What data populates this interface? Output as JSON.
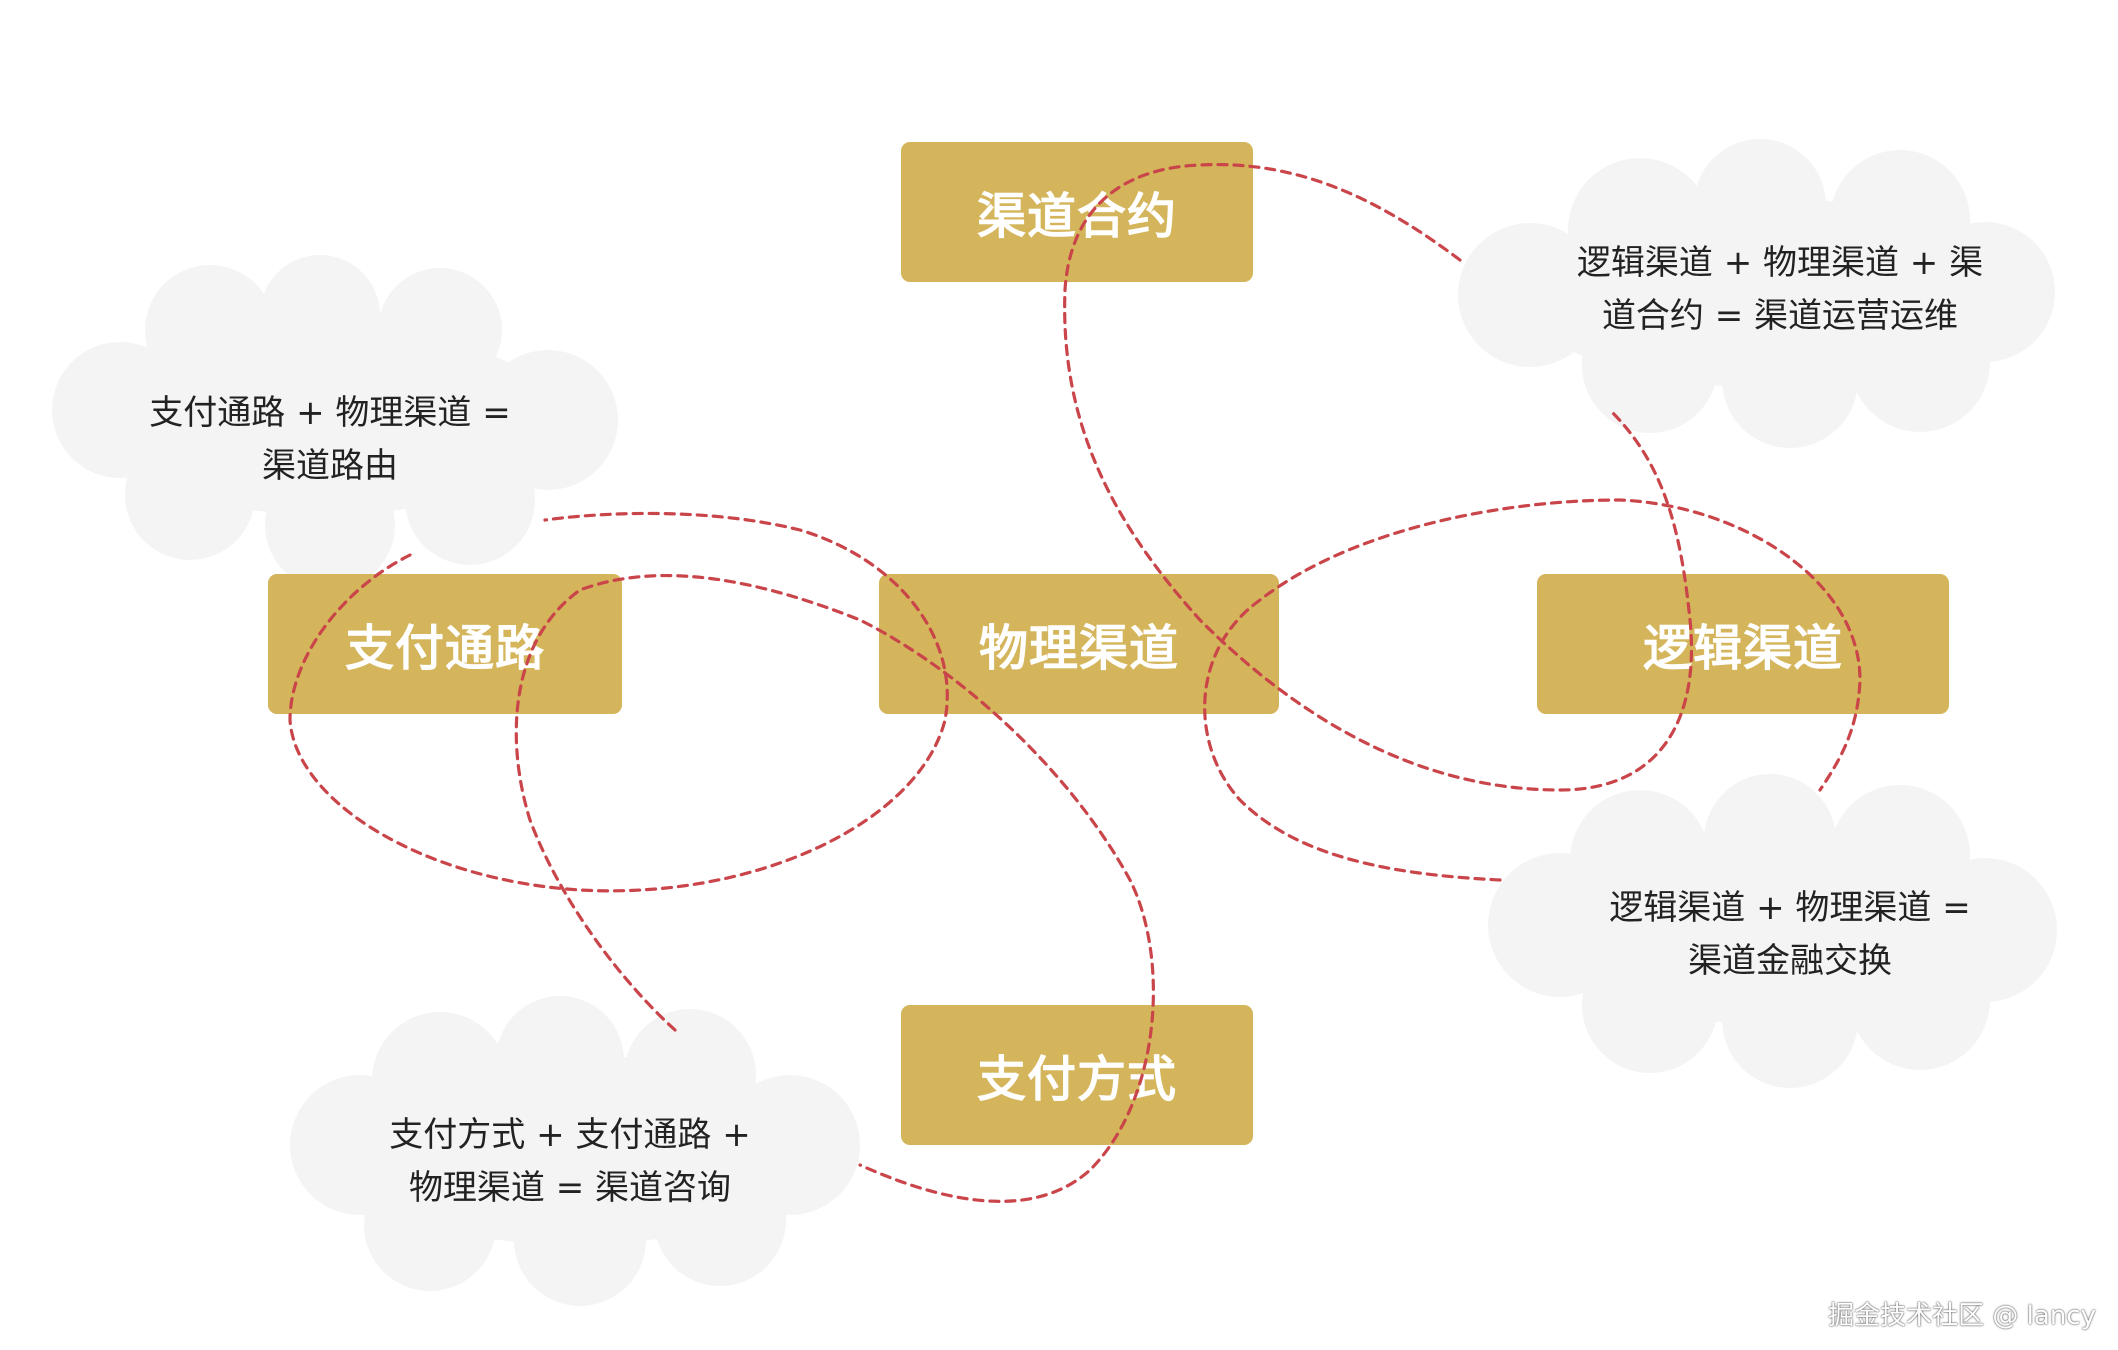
{
  "nodes": {
    "contract": "渠道合约",
    "payment_route": "支付通路",
    "physical_channel": "物理渠道",
    "logical_channel": "逻辑渠道",
    "payment_method": "支付方式"
  },
  "clouds": {
    "top_right": {
      "line1": "逻辑渠道 + 物理渠道 + 渠",
      "line2": "道合约 = 渠道运营运维"
    },
    "left": {
      "line1": "支付通路 + 物理渠道 =",
      "line2": "渠道路由"
    },
    "right": {
      "line1": "逻辑渠道 + 物理渠道 =",
      "line2": "渠道金融交换"
    },
    "bottom": {
      "line1": "支付方式 + 支付通路 +",
      "line2": "物理渠道 = 渠道咨询"
    }
  },
  "watermark": "掘金技术社区 @ lancy",
  "colors": {
    "box": "#d4b55b",
    "cloud": "#f4f4f4",
    "dashed_line": "#c9454a"
  }
}
